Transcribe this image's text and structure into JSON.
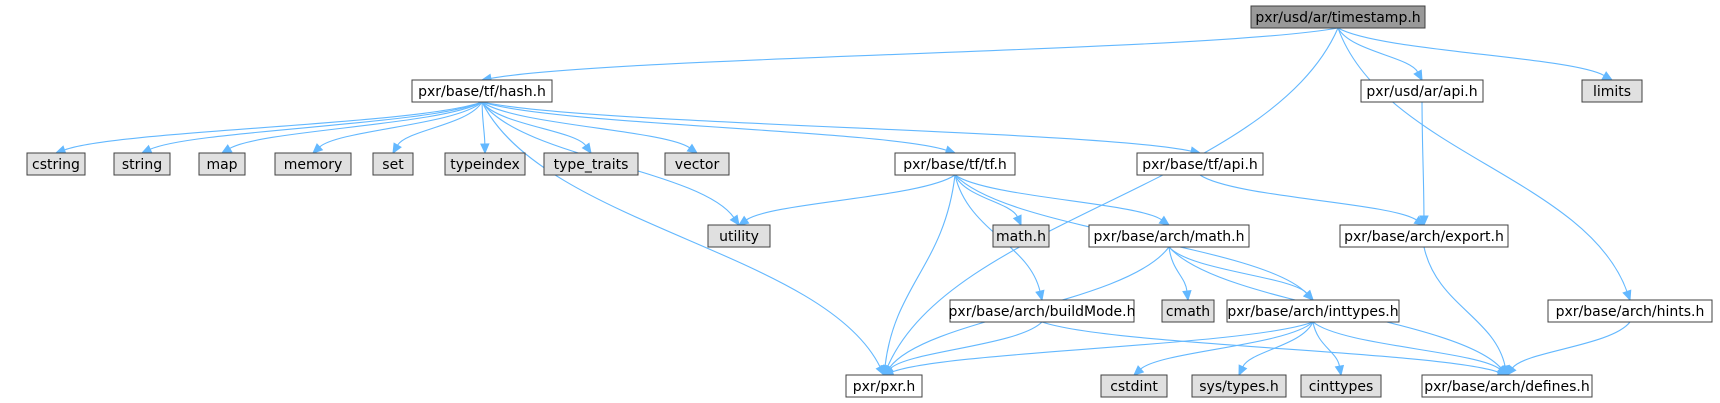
{
  "colors": {
    "edge": "#63b8ff",
    "root_fill": "#999999",
    "node_fill": "#ffffff",
    "system_fill": "#e0e0e0",
    "system_border": "#999999",
    "node_border": "#404040"
  },
  "nodes": {
    "timestamp": {
      "label": "pxr/usd/ar/timestamp.h",
      "kind": "root"
    },
    "tf_hash": {
      "label": "pxr/base/tf/hash.h",
      "kind": "file"
    },
    "ar_api": {
      "label": "pxr/usd/ar/api.h",
      "kind": "file"
    },
    "limits": {
      "label": "limits",
      "kind": "system"
    },
    "cstring": {
      "label": "cstring",
      "kind": "system"
    },
    "string": {
      "label": "string",
      "kind": "system"
    },
    "map": {
      "label": "map",
      "kind": "system"
    },
    "memory": {
      "label": "memory",
      "kind": "system"
    },
    "set": {
      "label": "set",
      "kind": "system"
    },
    "typeindex": {
      "label": "typeindex",
      "kind": "system"
    },
    "type_traits": {
      "label": "type_traits",
      "kind": "system"
    },
    "vector": {
      "label": "vector",
      "kind": "system"
    },
    "tf_tf": {
      "label": "pxr/base/tf/tf.h",
      "kind": "file"
    },
    "tf_api": {
      "label": "pxr/base/tf/api.h",
      "kind": "file"
    },
    "utility": {
      "label": "utility",
      "kind": "system"
    },
    "math": {
      "label": "math.h",
      "kind": "system"
    },
    "arch_math": {
      "label": "pxr/base/arch/math.h",
      "kind": "file"
    },
    "arch_export": {
      "label": "pxr/base/arch/export.h",
      "kind": "file"
    },
    "cmath": {
      "label": "cmath",
      "kind": "system"
    },
    "arch_inttypes": {
      "label": "pxr/base/arch/inttypes.h",
      "kind": "file"
    },
    "arch_buildmode": {
      "label": "pxr/base/arch/buildMode.h",
      "kind": "file"
    },
    "arch_hints": {
      "label": "pxr/base/arch/hints.h",
      "kind": "file"
    },
    "pxr": {
      "label": "pxr/pxr.h",
      "kind": "file"
    },
    "cstdint": {
      "label": "cstdint",
      "kind": "system"
    },
    "sys_types": {
      "label": "sys/types.h",
      "kind": "system"
    },
    "cinttypes": {
      "label": "cinttypes",
      "kind": "system"
    },
    "arch_defines": {
      "label": "pxr/base/arch/defines.h",
      "kind": "file"
    }
  },
  "edges": [
    [
      "timestamp",
      "tf_hash"
    ],
    [
      "timestamp",
      "pxr"
    ],
    [
      "timestamp",
      "ar_api"
    ],
    [
      "timestamp",
      "limits"
    ],
    [
      "timestamp",
      "arch_hints"
    ],
    [
      "tf_hash",
      "pxr"
    ],
    [
      "tf_hash",
      "cstring"
    ],
    [
      "tf_hash",
      "string"
    ],
    [
      "tf_hash",
      "map"
    ],
    [
      "tf_hash",
      "memory"
    ],
    [
      "tf_hash",
      "set"
    ],
    [
      "tf_hash",
      "typeindex"
    ],
    [
      "tf_hash",
      "type_traits"
    ],
    [
      "tf_hash",
      "vector"
    ],
    [
      "tf_hash",
      "utility"
    ],
    [
      "tf_hash",
      "tf_tf"
    ],
    [
      "tf_hash",
      "tf_api"
    ],
    [
      "ar_api",
      "arch_export"
    ],
    [
      "tf_api",
      "arch_export"
    ],
    [
      "tf_tf",
      "utility"
    ],
    [
      "tf_tf",
      "math"
    ],
    [
      "tf_tf",
      "arch_math"
    ],
    [
      "tf_tf",
      "arch_buildmode"
    ],
    [
      "tf_tf",
      "pxr"
    ],
    [
      "tf_tf",
      "arch_inttypes"
    ],
    [
      "arch_math",
      "cmath"
    ],
    [
      "arch_math",
      "arch_inttypes"
    ],
    [
      "arch_math",
      "pxr"
    ],
    [
      "arch_math",
      "arch_defines"
    ],
    [
      "arch_export",
      "arch_defines"
    ],
    [
      "arch_buildmode",
      "pxr"
    ],
    [
      "arch_buildmode",
      "arch_defines"
    ],
    [
      "arch_inttypes",
      "pxr"
    ],
    [
      "arch_inttypes",
      "cstdint"
    ],
    [
      "arch_inttypes",
      "sys_types"
    ],
    [
      "arch_inttypes",
      "cinttypes"
    ],
    [
      "arch_inttypes",
      "arch_defines"
    ],
    [
      "arch_hints",
      "arch_defines"
    ]
  ]
}
